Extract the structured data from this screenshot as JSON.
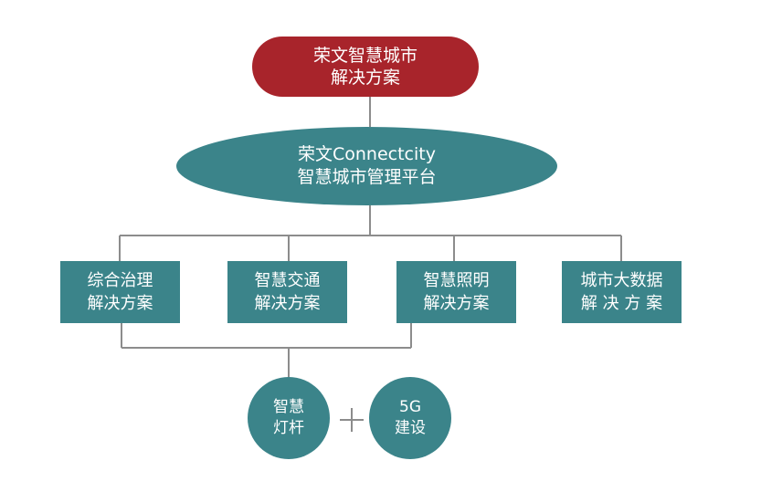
{
  "root": {
    "line1": "荣文智慧城市",
    "line2": "解决方案"
  },
  "platform": {
    "line1": "荣文Connectcity",
    "line2": "智慧城市管理平台"
  },
  "solutions": [
    {
      "line1": "综合治理",
      "line2": "解决方案"
    },
    {
      "line1": "智慧交通",
      "line2": "解决方案"
    },
    {
      "line1": "智慧照明",
      "line2": "解决方案"
    },
    {
      "line1": "城市大数据",
      "line2": "解 决 方 案"
    }
  ],
  "components": [
    {
      "line1": "智慧",
      "line2": "灯杆"
    },
    {
      "line1": "5G",
      "line2": "建设"
    }
  ],
  "colors": {
    "root": "#a8242b",
    "node": "#3b848a",
    "connector": "#8c8c8c"
  }
}
